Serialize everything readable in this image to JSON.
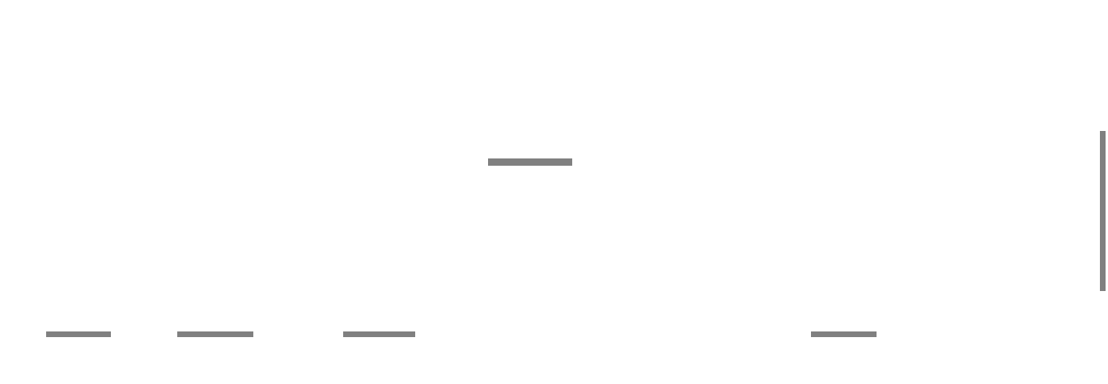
{
  "colors": {
    "background": "#ffffff",
    "placeholder_bar": "#808080"
  },
  "loading_placeholders": {
    "center": {
      "icon": "skeleton-bar"
    },
    "footer": [
      {
        "icon": "skeleton-bar"
      },
      {
        "icon": "skeleton-bar"
      },
      {
        "icon": "skeleton-bar"
      },
      {
        "icon": "skeleton-bar"
      }
    ]
  },
  "scrollbar": {
    "icon": "vertical-scrollbar"
  }
}
